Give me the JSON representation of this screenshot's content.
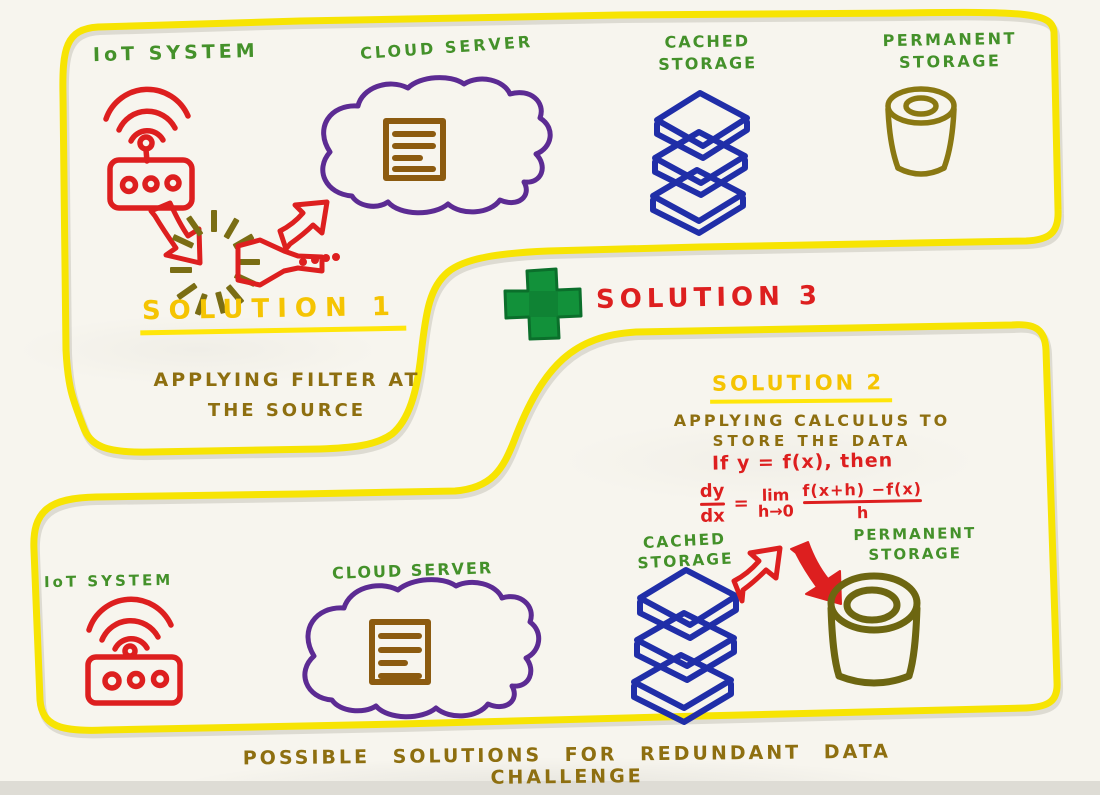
{
  "colors": {
    "paper": "#f7f5ee",
    "yellow": "#f7e403",
    "yellow2": "#ffe60a",
    "gold": "#f5c402",
    "green": "#44912a",
    "olive": "#8e6f10",
    "red": "#dd1f1f",
    "blue": "#202ea8",
    "purple": "#5c2b93",
    "brown": "#8c5b10",
    "olive_icon": "#8a7812",
    "olive_dark": "#6d6611",
    "plus_green": "#12913a"
  },
  "top_section": {
    "iot_label": "IoT SYSTEM",
    "cloud_label": "CLOUD SERVER",
    "cached_line1": "CACHED",
    "cached_line2": "STORAGE",
    "permanent_line1": "PERMANENT",
    "permanent_line2": "STORAGE",
    "solution1_heading": "SOLUTION 1",
    "solution1_desc1": "APPLYING FILTER AT",
    "solution1_desc2": "THE SOURCE"
  },
  "connector": {
    "solution3_label": "SOLUTION 3"
  },
  "solution2": {
    "heading": "SOLUTION 2",
    "desc1": "APPLYING CALCULUS TO",
    "desc2": "STORE THE DATA",
    "condition": "If y = f(x), then",
    "formula": {
      "num": "dy",
      "den": "dx",
      "equals": "=",
      "lim": "lim",
      "lim_sub": "h→0",
      "frac_num": "f(x+h) −f(x)",
      "frac_den": "h"
    }
  },
  "bottom_section": {
    "iot_label": "IoT SYSTEM",
    "cloud_label": "CLOUD SERVER",
    "cached_line1": "CACHED",
    "cached_line2": "STORAGE",
    "permanent_line1": "PERMANENT",
    "permanent_line2": "STORAGE"
  },
  "caption": "POSSIBLE SOLUTIONS FOR REDUNDANT DATA CHALLENGE"
}
